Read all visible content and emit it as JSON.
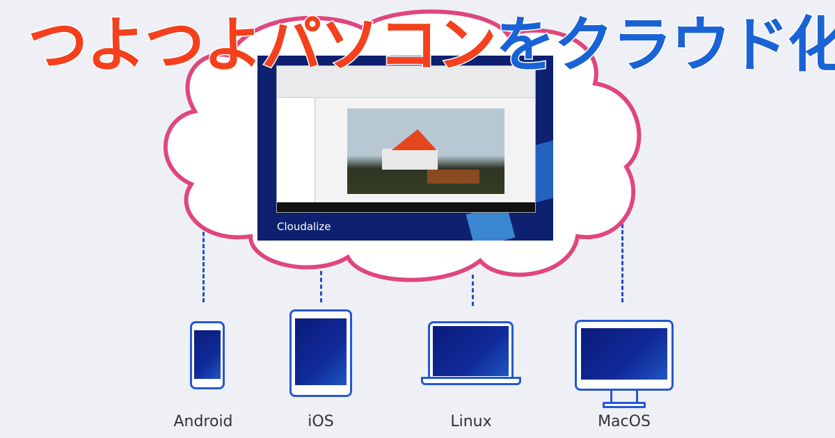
{
  "title": {
    "part1": "つよつよパソコン",
    "part2": "をクラウド化",
    "color1": "#f4401c",
    "color2": "#1a63d6"
  },
  "cloud_outline_color": "#e0467c",
  "screen": {
    "brand": "Cloudalize",
    "background": "#0d2170"
  },
  "devices": [
    {
      "label": "Android",
      "icon": "smartphone-icon"
    },
    {
      "label": "iOS",
      "icon": "tablet-icon"
    },
    {
      "label": "Linux",
      "icon": "laptop-icon"
    },
    {
      "label": "MacOS",
      "icon": "desktop-monitor-icon"
    }
  ],
  "accent_blue": "#2456d6"
}
